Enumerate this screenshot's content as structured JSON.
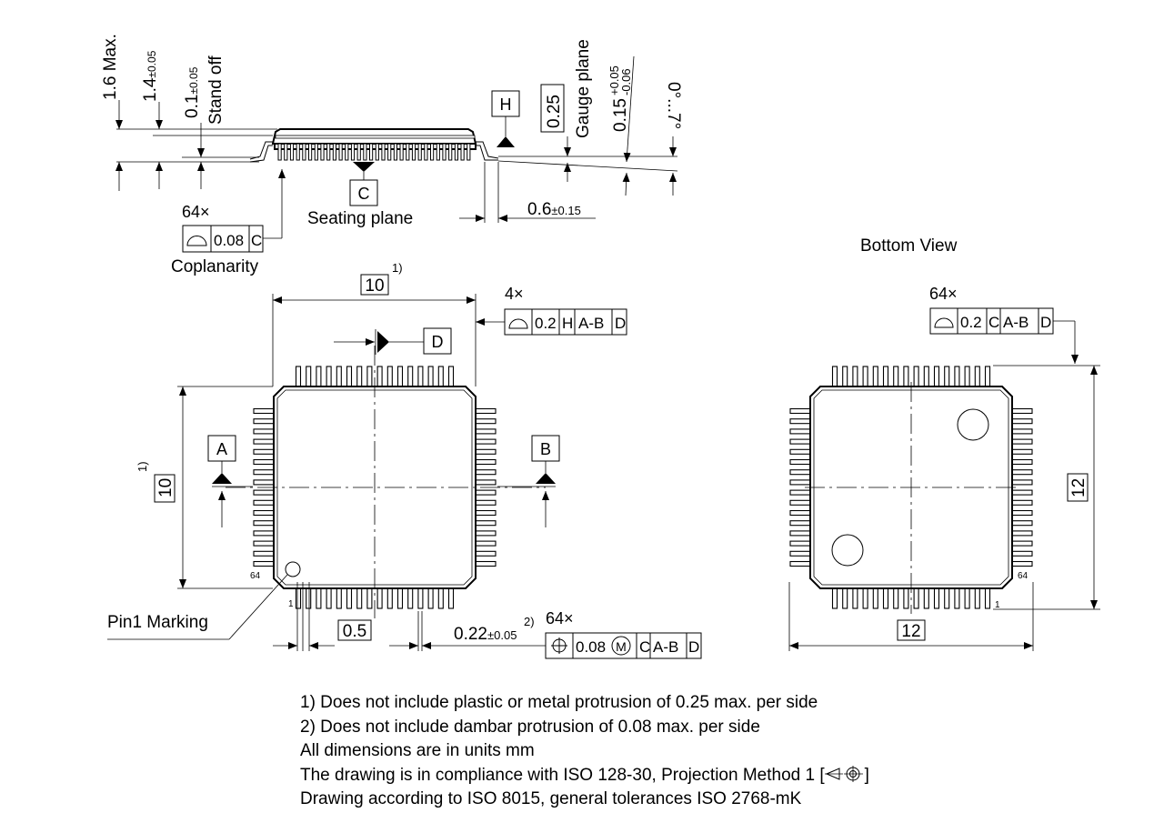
{
  "side_view": {
    "dim_max_height": "1.6 Max.",
    "dim_body_height": "1.4",
    "dim_body_height_tol": "±0.05",
    "dim_standoff": "0.1",
    "dim_standoff_tol": "±0.05",
    "standoff_label": "Stand off",
    "datum_h": "H",
    "datum_c": "C",
    "gauge_value": "0.25",
    "gauge_label": "Gauge plane",
    "lead_thickness": "0.15",
    "lead_thickness_tol_plus": "+0.05",
    "lead_thickness_tol_minus": "-0.06",
    "angle_range": "0°...7°",
    "foot_length": "0.6",
    "foot_length_tol": "±0.15",
    "seating_plane_label": "Seating plane",
    "coplanarity_count": "64×",
    "coplanarity_value": "0.08",
    "coplanarity_datum": "C",
    "coplanarity_label": "Coplanarity"
  },
  "top_view": {
    "body_width": "10",
    "body_height": "10",
    "note_ref_1": "1)",
    "note_ref_2": "2)",
    "profile_count": "4×",
    "profile_value": "0.2",
    "profile_datums": [
      "H",
      "A-B",
      "D"
    ],
    "datum_a": "A",
    "datum_b": "B",
    "datum_d": "D",
    "pin_1": "1",
    "pin_64": "64",
    "pin1_marking_label": "Pin1 Marking",
    "pitch": "0.5",
    "lead_width": "0.22",
    "lead_width_tol": "±0.05",
    "position_count": "64×",
    "position_value": "0.08",
    "position_modifier": "M",
    "position_datums": [
      "C",
      "A-B",
      "D"
    ]
  },
  "bottom_view": {
    "title": "Bottom View",
    "profile_count": "64×",
    "profile_value": "0.2",
    "profile_datums": [
      "C",
      "A-B",
      "D"
    ],
    "span_width": "12",
    "span_height": "12",
    "pin_64": "64",
    "pin_1": "1"
  },
  "notes": [
    "1) Does not include plastic or metal protrusion of 0.25 max. per side",
    "2) Does not include dambar protrusion of 0.08 max. per side",
    "All dimensions are in units mm",
    "The drawing is in compliance with ISO 128-30, Projection Method 1 [",
    "]",
    "Drawing according to ISO 8015, general tolerances ISO 2768-mK"
  ]
}
